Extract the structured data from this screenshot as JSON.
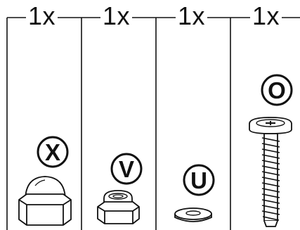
{
  "columns": [
    {
      "quantity": "1x",
      "part_letter": "X",
      "part_icon": "acorn-cap-nut-icon"
    },
    {
      "quantity": "1x",
      "part_letter": "V",
      "part_icon": "nylon-lock-nut-icon"
    },
    {
      "quantity": "1x",
      "part_letter": "U",
      "part_icon": "flat-washer-icon"
    },
    {
      "quantity": "1x",
      "part_letter": "O",
      "part_icon": "pan-head-screw-icon"
    }
  ],
  "colors": {
    "line": "#111111",
    "background": "#ffffff"
  }
}
